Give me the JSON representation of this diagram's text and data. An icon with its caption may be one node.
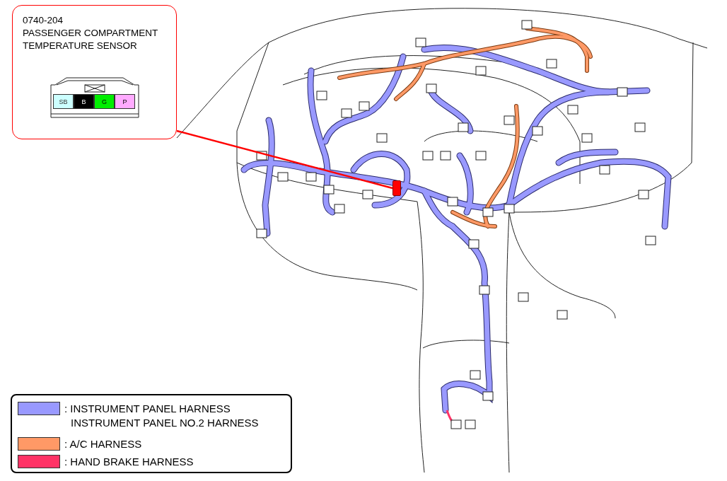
{
  "diagram": {
    "nodes": [
      {
        "text": [
          "0740-204",
          "PASSENGER COMPARTMENT TEMPERATURE SENSOR"
        ]
      },
      {
        "text": [],
        "shape": "box"
      }
    ],
    "edges": [
      {
        "from": 0,
        "to": 1,
        "arrow": "none",
        "color": "#ff0000"
      }
    ],
    "labels": [
      "SB",
      "B",
      "G",
      "P"
    ],
    "legend": [
      {
        "text": ": INSTRUMENT PANEL HARNESS INSTRUMENT PANEL NO.2 HARNESS",
        "color": "#9999ff"
      },
      {
        "text": ": A/C HARNESS",
        "color": "#ff9966"
      },
      {
        "text": ": HAND BRAKE HARNESS",
        "color": "#ff3366"
      }
    ]
  }
}
